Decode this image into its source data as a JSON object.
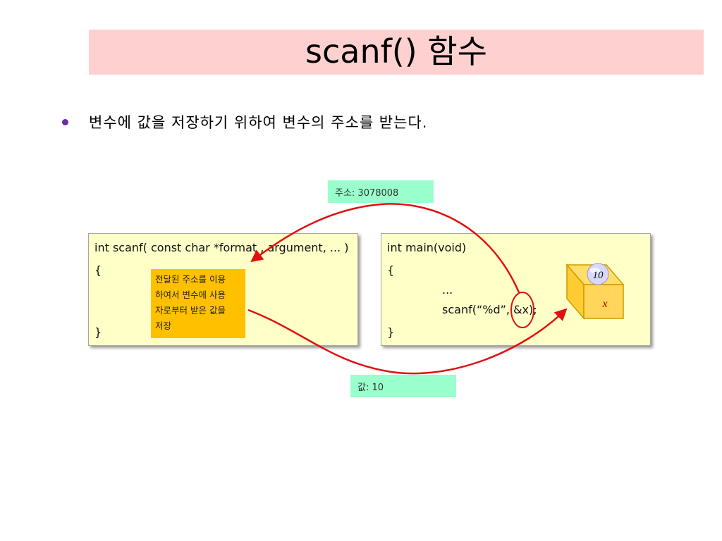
{
  "slide": {
    "title": "scanf() 함수",
    "bullet": "변수에 값을 저장하기 위하여 변수의 주소를 받는다."
  },
  "left_code": {
    "line1": "int scanf( const char *format , argument, ... )",
    "open_brace": "{",
    "close_brace": "}"
  },
  "note": {
    "line1": "전달된 주소를 이용",
    "line2": "하여서 변수에 사용",
    "line3": "자로부터 받은 값을",
    "line4": "저장"
  },
  "right_code": {
    "line1": "int   main(void)",
    "open_brace": "{",
    "dots": "...",
    "scanf_call": "scanf(“%d”, &x);",
    "close_brace": "}"
  },
  "variable_box": {
    "value": "10",
    "name": "x"
  },
  "labels": {
    "address": "주소: 3078008",
    "value": "값: 10"
  },
  "colors": {
    "title_bg": "#ffd0d0",
    "code_bg": "#ffffc8",
    "note_bg": "#ffc000",
    "label_bg": "#99ffcc",
    "arrow": "#e01010",
    "bullet": "#6a2ca8"
  }
}
